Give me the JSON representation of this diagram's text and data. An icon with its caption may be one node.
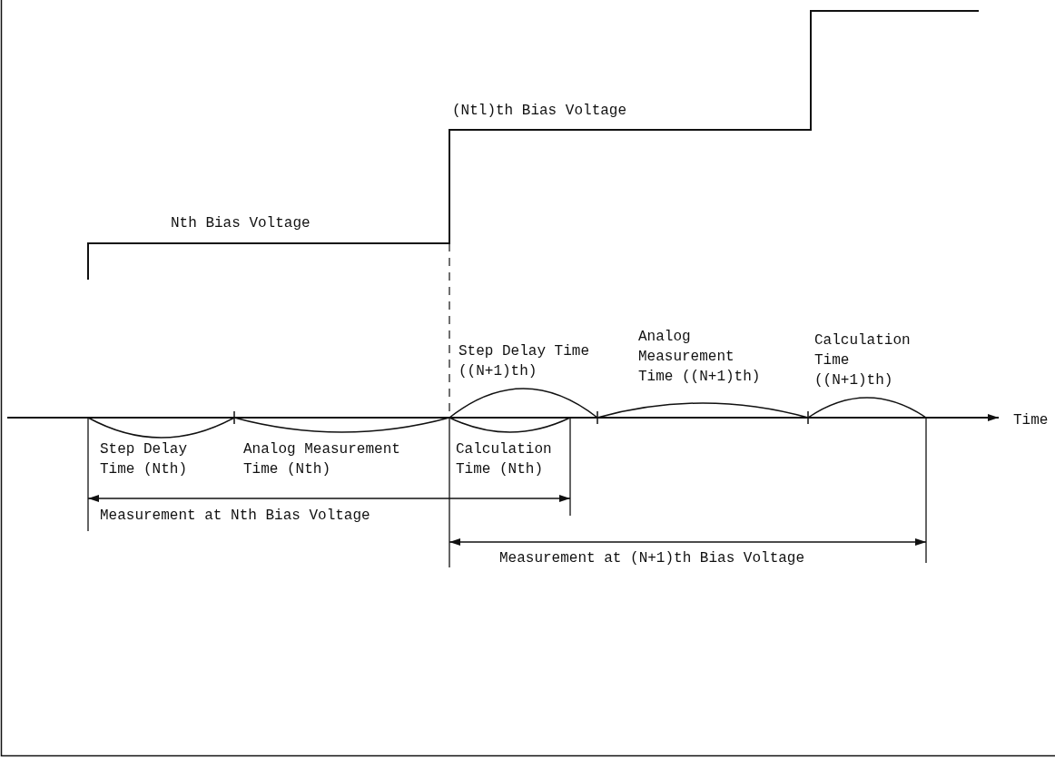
{
  "diagram": {
    "labels": [
      "(Ntl)th Bias Voltage",
      "Nth Bias Voltage",
      "Step Delay Time ((N+1)th)",
      "Analog Measurement Time ((N+1)th)",
      "Calculation Time ((N+1)th)",
      "Time",
      "Step Delay Time (Nth)",
      "Analog Measurement Time (Nth)",
      "Calculation Time (Nth)",
      "Measurement at Nth Bias Voltage",
      "Measurement at (N+1)th Bias Voltage"
    ]
  }
}
